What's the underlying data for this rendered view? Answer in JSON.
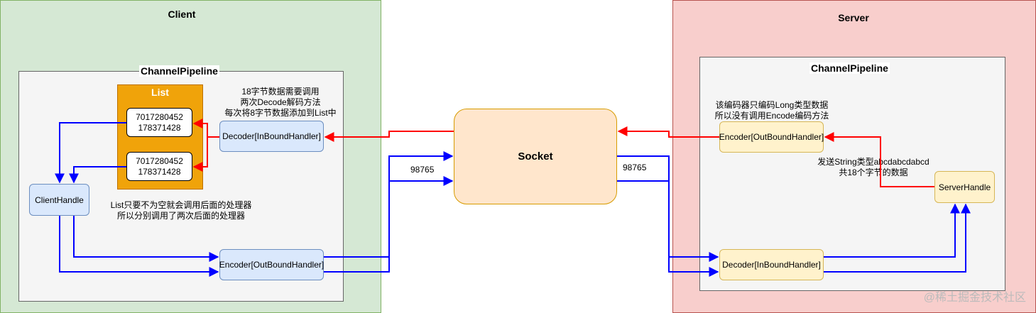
{
  "client": {
    "title": "Client",
    "pipeline_title": "ChannelPipeline",
    "list": {
      "title": "List",
      "items": [
        {
          "line1": "7017280452",
          "line2": "178371428"
        },
        {
          "line1": "7017280452",
          "line2": "178371428"
        }
      ]
    },
    "decoder_label": "Decoder[InBoundHandler]",
    "encoder_label": "Encoder[OutBoundHandler]",
    "handler_label": "ClientHandle",
    "decode_note": [
      "18字节数据需要调用",
      "两次Decode解码方法",
      "每次将8字节数据添加到List中"
    ],
    "list_note": [
      "List只要不为空就会调用后面的处理器",
      "所以分别调用了两次后面的处理器"
    ]
  },
  "socket": {
    "label": "Socket",
    "left_value": "98765",
    "right_value": "98765"
  },
  "server": {
    "title": "Server",
    "pipeline_title": "ChannelPipeline",
    "encoder_label": "Encoder[OutBoundHandler]",
    "decoder_label": "Decoder[InBoundHandler]",
    "handler_label": "ServerHandle",
    "encoder_note": [
      "该编码器只编码Long类型数据",
      "所以没有调用Encode编码方法"
    ],
    "send_note": [
      "发送String类型abcdabcdabcd",
      "共18个字节的数据"
    ]
  },
  "watermark": "@稀土掘金技术社区",
  "colors": {
    "client_bg": "#d5e8d4",
    "server_bg": "#f8cecc",
    "list_orange": "#f0a30a",
    "inbound_arrow": "#0000ff",
    "outbound_arrow": "#ff0000"
  }
}
